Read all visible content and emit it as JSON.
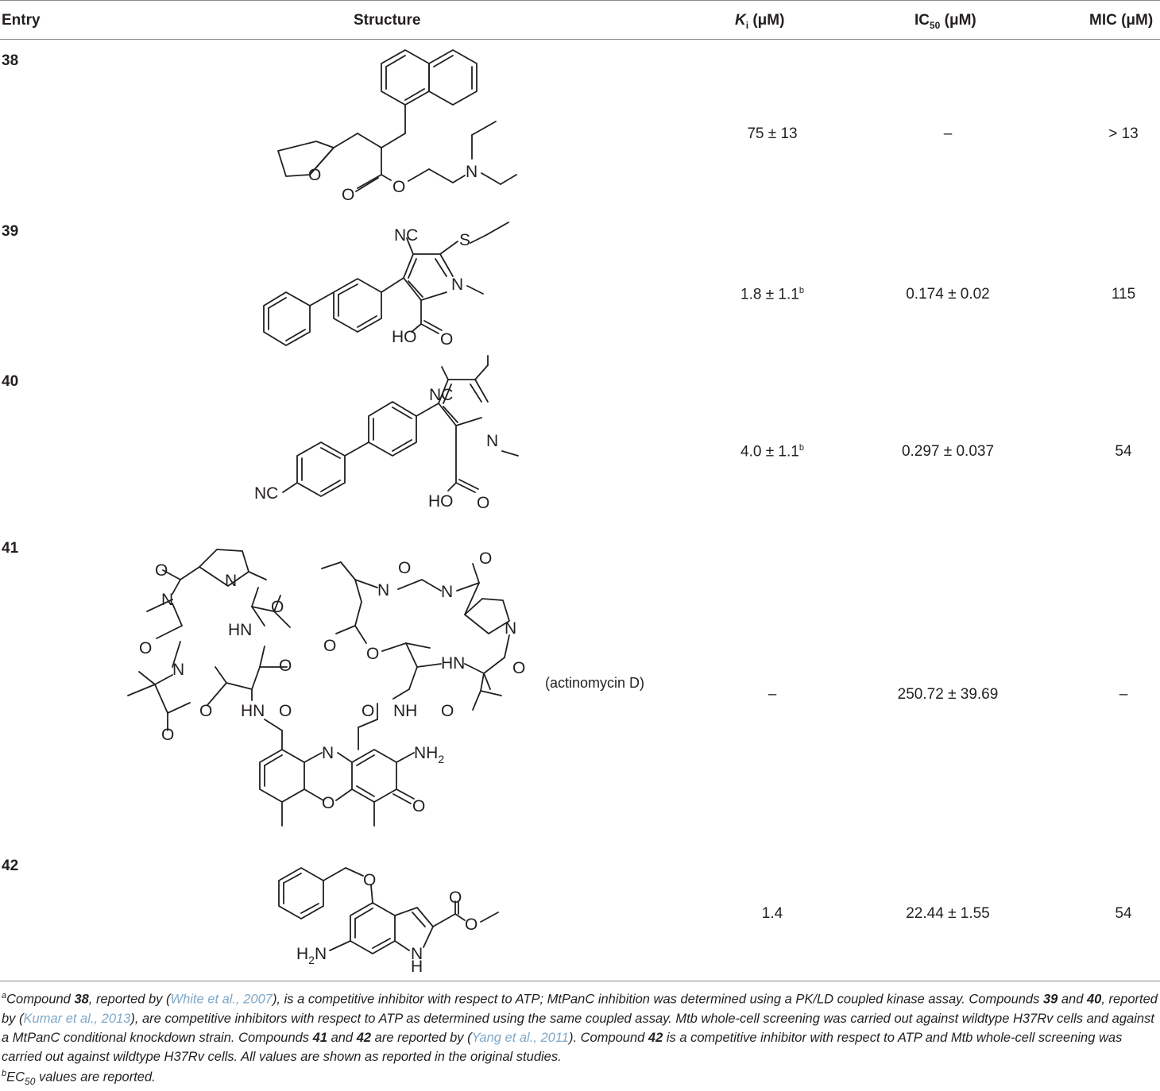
{
  "headers": {
    "entry": "Entry",
    "structure": "Structure",
    "ki_main": "K",
    "ki_sub": "i",
    "ki_unit": " (μM)",
    "ic50_main": "IC",
    "ic50_sub": "50",
    "ic50_unit": " (μM)",
    "mic": "MIC (μM)"
  },
  "rows": [
    {
      "entry": "38",
      "ki": "75 ± 13",
      "ki_sup": "",
      "ic50": "–",
      "mic": "> 13"
    },
    {
      "entry": "39",
      "ki": "1.8 ± 1.1",
      "ki_sup": "b",
      "ic50": "0.174 ± 0.02",
      "mic": "115"
    },
    {
      "entry": "40",
      "ki": "4.0 ± 1.1",
      "ki_sup": "b",
      "ic50": "0.297 ± 0.037",
      "mic": "54"
    },
    {
      "entry": "41",
      "ki": "–",
      "ki_sup": "",
      "ic50": "250.72 ± 39.69",
      "mic": "–",
      "name": "(actinomycin D)"
    },
    {
      "entry": "42",
      "ki": "1.4",
      "ki_sup": "",
      "ic50": "22.44 ± 1.55",
      "mic": "54"
    }
  ],
  "atoms": {
    "O": "O",
    "N": "N",
    "NC": "NC",
    "S": "S",
    "HO": "HO",
    "HN": "HN",
    "NH": "NH",
    "NH2_main": "NH",
    "NH2_sub": "2",
    "H2N_main": "H",
    "H2N_sub": "2",
    "H2N_tail": "N",
    "H": "H"
  },
  "footnotes": {
    "a_sup": "a",
    "a_1": "Compound ",
    "a_b38": "38",
    "a_2": ", reported by (",
    "a_ref1": "White et al., 2007",
    "a_3": "), is a competitive inhibitor with respect to ATP; MtPanC inhibition was determined using a PK/LD coupled kinase assay. Compounds ",
    "a_b39": "39",
    "a_4": " and ",
    "a_b40": "40",
    "a_5": ", reported by (",
    "a_ref2": "Kumar et al., 2013",
    "a_6": "), are competitive inhibitors with respect to ATP as determined using the same coupled assay. Mtb whole-cell screening was carried out against wildtype H37Rv cells and against a MtPanC conditional knockdown strain. Compounds ",
    "a_b41": "41",
    "a_7": " and ",
    "a_b42": "42",
    "a_8": " are reported by (",
    "a_ref3": "Yang et al., 2011",
    "a_9": "). Compound ",
    "a_b42b": "42",
    "a_10": " is a competitive inhibitor with respect to ATP and Mtb whole-cell screening was carried out against wildtype H37Rv cells. All values are shown as reported in the original studies.",
    "b_sup": "b",
    "b_1": "EC",
    "b_sub": "50",
    "b_2": " values are reported."
  }
}
